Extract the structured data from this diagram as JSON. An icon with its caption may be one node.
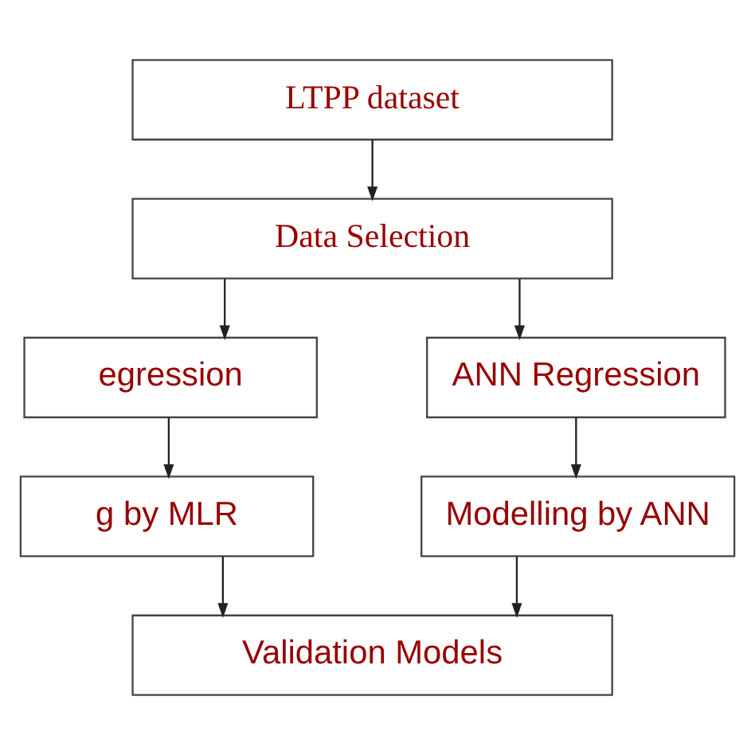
{
  "diagram": {
    "nodes": [
      {
        "text": [
          "LTPP dataset"
        ]
      },
      {
        "text": [
          "Data Selection"
        ]
      },
      {
        "text": [
          "egression"
        ]
      },
      {
        "text": [
          "ANN Regression"
        ]
      },
      {
        "text": [
          "g by MLR"
        ]
      },
      {
        "text": [
          "Modelling by ANN"
        ]
      },
      {
        "text": [
          "Validation Models"
        ]
      }
    ],
    "edges": [
      {
        "from": 0,
        "to": 1,
        "arrow": "to"
      },
      {
        "from": 1,
        "to": 2,
        "arrow": "to"
      },
      {
        "from": 1,
        "to": 3,
        "arrow": "to"
      },
      {
        "from": 2,
        "to": 4,
        "arrow": "to"
      },
      {
        "from": 3,
        "to": 5,
        "arrow": "to"
      },
      {
        "from": 4,
        "to": 6,
        "arrow": "to"
      },
      {
        "from": 5,
        "to": 6,
        "arrow": "to"
      }
    ]
  }
}
